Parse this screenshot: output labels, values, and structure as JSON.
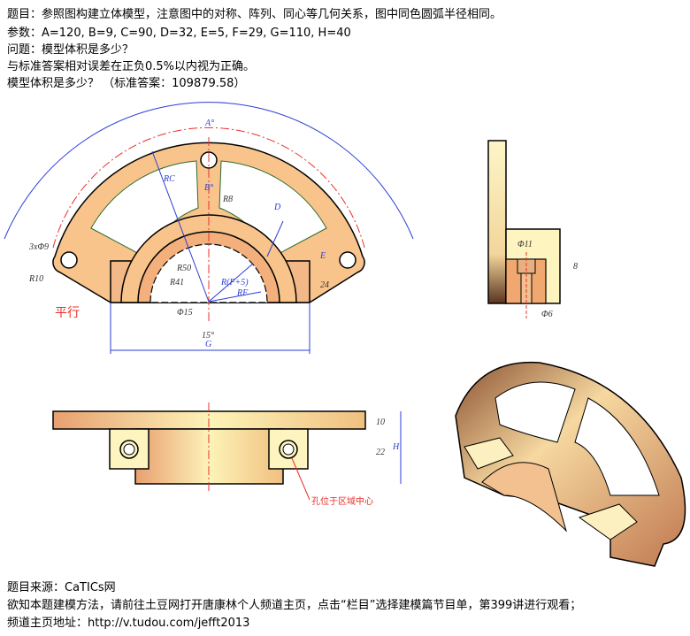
{
  "header": {
    "line1": "题目：参照图构建立体模型，注意图中的对称、阵列、同心等几何关系，图中同色圆弧半径相同。",
    "line2": "参数：A=120, B=9, C=90, D=32, E=5, F=29, G=110, H=40",
    "line3": "问题：模型体积是多少？",
    "line4": "与标准答案相对误差在正负0.5%以内视为正确。",
    "line5": "模型体积是多少？  （标准答案：109879.58）"
  },
  "drawing": {
    "front": {
      "A": "A°",
      "RC": "RC",
      "B": "B°",
      "R8": "R8",
      "D": "D",
      "holes": "3xΦ9",
      "R10": "R10",
      "E": "E",
      "h24": "24",
      "R50": "R50",
      "R41": "R41",
      "RF5": "R(F+5)",
      "RF": "RF",
      "d15": "Φ15",
      "a15": "15°",
      "G": "G",
      "parallel": "平行"
    },
    "side": {
      "d11": "Φ11",
      "d8": "8",
      "d6": "Φ6"
    },
    "bottom": {
      "h10": "10",
      "h22": "22",
      "H": "H",
      "note": "孔位于区域中心"
    }
  },
  "footer": {
    "source": "题目来源：CaTICs网",
    "info": "欲知本题建模方法，请前往土豆网打开唐康林个人频道主页，点击“栏目”选择建模篇节目单，第399讲进行观看；",
    "url": "频道主页地址：http://v.tudou.com/jefft2013"
  }
}
